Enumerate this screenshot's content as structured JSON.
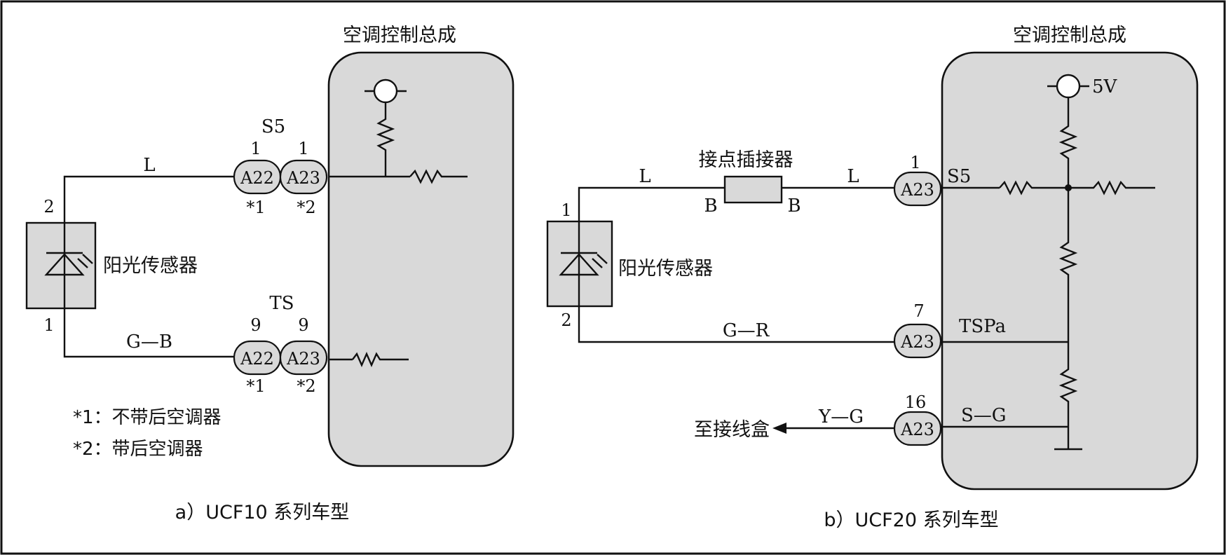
{
  "left_panel": {
    "ecu_title": "空调控制总成",
    "signal_top": "S5",
    "signal_bottom": "TS",
    "pin_top_a": "1",
    "pin_top_b": "1",
    "pin_bot_a": "9",
    "pin_bot_b": "9",
    "conn_a": "A22",
    "conn_b": "A23",
    "note_a": "*1",
    "note_b": "*2",
    "wire_top": "L",
    "wire_bottom": "G—B",
    "sensor_pin_top": "2",
    "sensor_pin_bottom": "1",
    "sensor_label": "阳光传感器",
    "footnote1": "*1：不带后空调器",
    "footnote2": "*2：带后空调器",
    "caption": "a）UCF10 系列车型"
  },
  "right_panel": {
    "ecu_title": "空调控制总成",
    "supply": "5V",
    "junction_label": "接点插接器",
    "junction_b_left": "B",
    "junction_b_right": "B",
    "wire_top_left": "L",
    "wire_top_right": "L",
    "conn": "A23",
    "pin1": "1",
    "pin7": "7",
    "pin16": "16",
    "sig_s5": "S5",
    "sig_tspa": "TSPa",
    "sig_sg": "S—G",
    "wire_mid": "G—R",
    "wire_bot": "Y—G",
    "to_box": "至接线盒",
    "sensor_pin_top": "1",
    "sensor_pin_bottom": "2",
    "sensor_label": "阳光传感器",
    "caption": "b）UCF20 系列车型"
  }
}
